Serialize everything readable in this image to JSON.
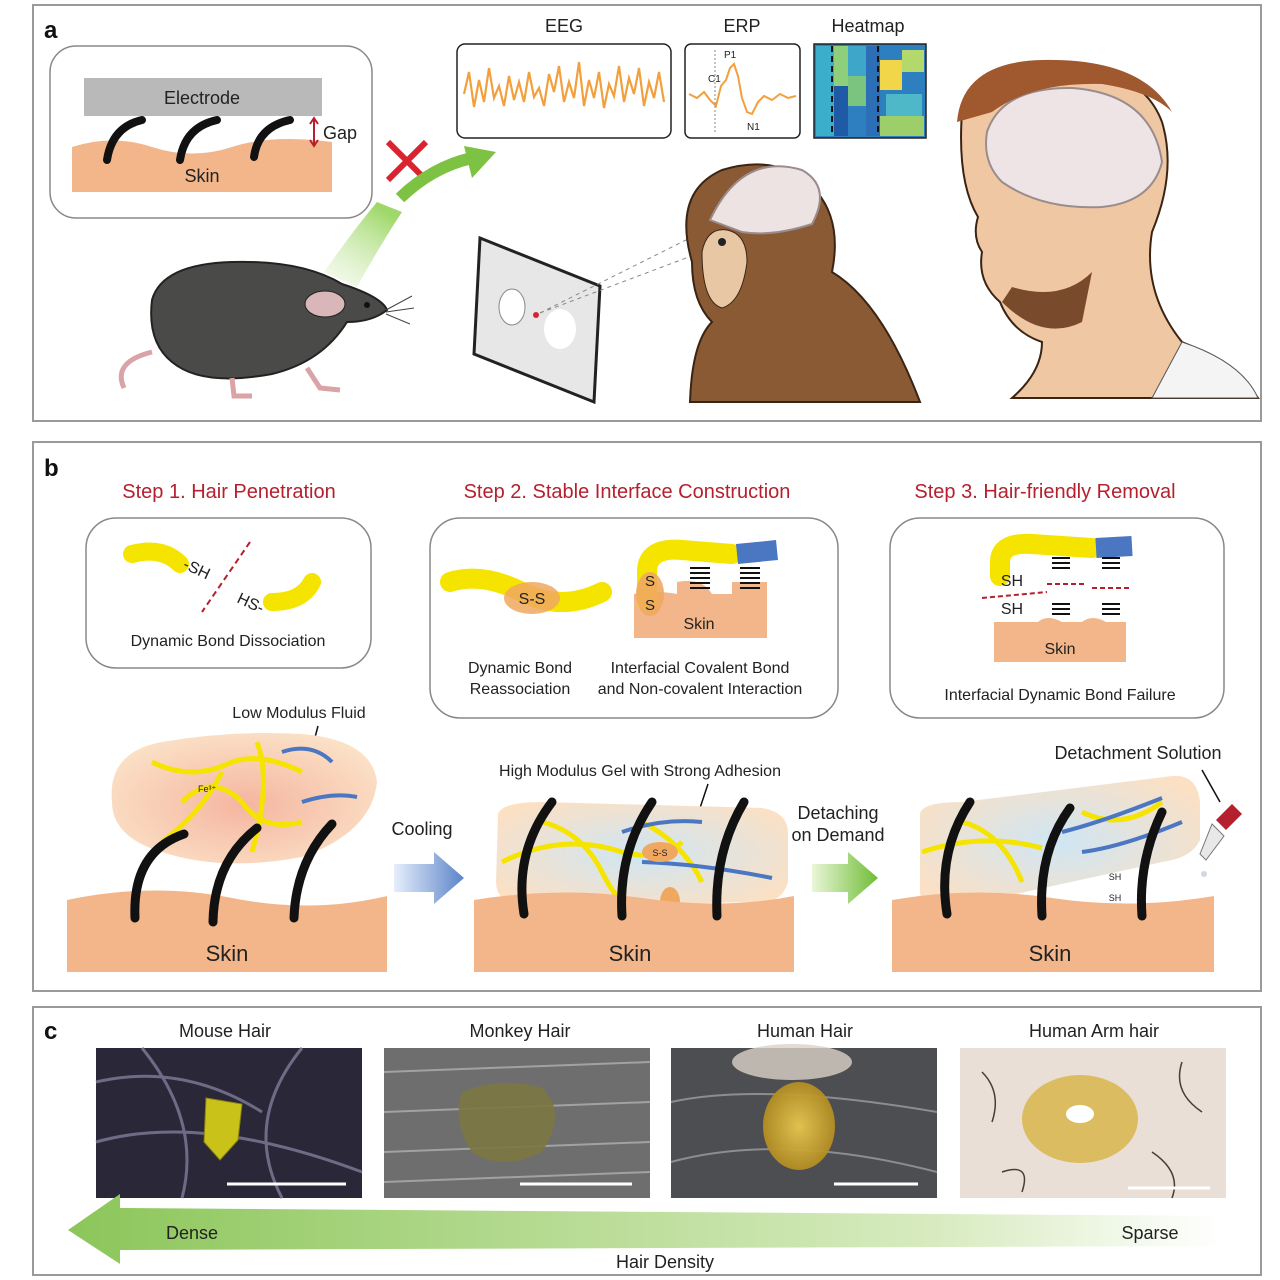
{
  "panel_a": {
    "label": "a",
    "electrode": "Electrode",
    "gap": "Gap",
    "skin": "Skin",
    "signals": {
      "eeg": "EEG",
      "erp": "ERP",
      "heatmap": "Heatmap"
    },
    "erp_labels": {
      "p1": "P1",
      "c1": "C1",
      "n1": "N1"
    }
  },
  "panel_b": {
    "label": "b",
    "steps": [
      {
        "title": "Step 1. Hair Penetration",
        "caption": "Dynamic Bond Dissociation",
        "sh_left": "-SH",
        "sh_right": "HS-"
      },
      {
        "title": "Step 2. Stable Interface Construction",
        "caption_left_1": "Dynamic Bond",
        "caption_left_2": "Reassociation",
        "caption_right_1": "Interfacial Covalent Bond",
        "caption_right_2": "and Non-covalent Interaction",
        "ss": "S-S",
        "s_top": "S",
        "s_bottom": "S",
        "skin": "Skin"
      },
      {
        "title": "Step 3. Hair-friendly Removal",
        "caption": "Interfacial Dynamic Bond Failure",
        "sh1": "SH",
        "sh2": "SH",
        "skin": "Skin"
      }
    ],
    "low_modulus": "Low Modulus Fluid",
    "fe": "Fe³⁺",
    "cooling": "Cooling",
    "high_modulus": "High Modulus Gel with Strong Adhesion",
    "ss": "S-S",
    "detaching_1": "Detaching",
    "detaching_2": "on Demand",
    "detachment_solution": "Detachment Solution",
    "sh": "SH",
    "skin": "Skin"
  },
  "panel_c": {
    "label": "c",
    "photos": [
      "Mouse Hair",
      "Monkey Hair",
      "Human Hair",
      "Human Arm hair"
    ],
    "dense": "Dense",
    "sparse": "Sparse",
    "axis": "Hair Density"
  },
  "colors": {
    "skin": "#f3b68a",
    "hair": "#111111",
    "polymer": "#f5e400",
    "chain_blue": "#4a76c2",
    "step_red": "#b5202e",
    "green": "#7dc242"
  }
}
